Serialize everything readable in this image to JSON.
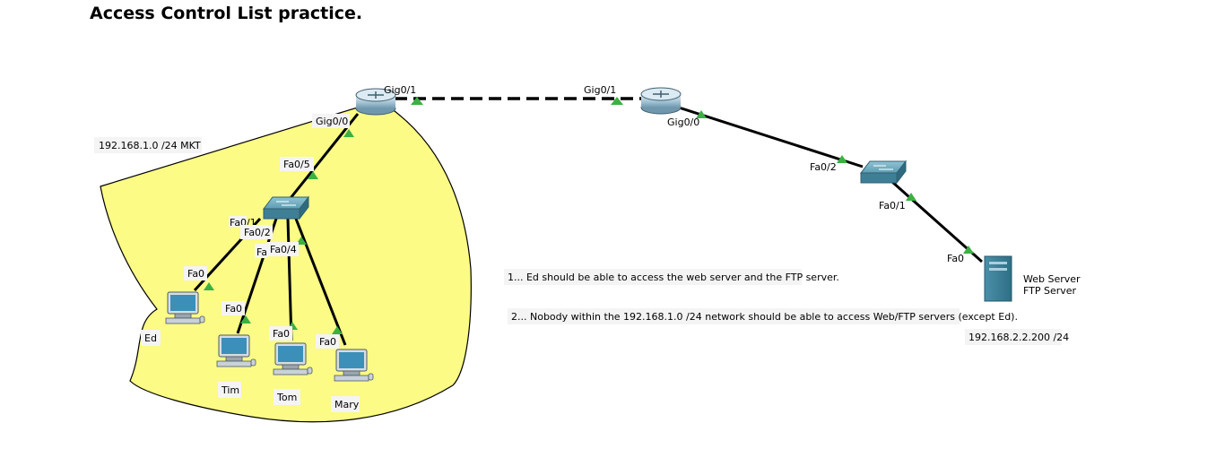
{
  "title": "Access Control List practice.",
  "network_label": "192.168.1.0  /24  MKT",
  "notes": [
    "1... Ed should be able to access the web server and the FTP server.",
    "2... Nobody within the 192.168.1.0 /24 network should be able to access Web/FTP servers (except Ed)."
  ],
  "server": {
    "line1": "Web Server",
    "line2": "FTP Server",
    "ip": "192.168.2.2.200 /24"
  },
  "ports": {
    "r1_gig01": "Gig0/1",
    "r1_gig00": "Gig0/0",
    "sw1_fa05": "Fa0/5",
    "sw1_fa01": "Fa0/1",
    "sw1_fa02": "Fa0/2",
    "sw1_fa03": "Fa0/3",
    "sw1_fa04": "Fa0/4",
    "r2_gig01": "Gig0/1",
    "r2_gig00": "Gig0/0",
    "sw2_fa02": "Fa0/2",
    "sw2_fa01": "Fa0/1",
    "srv_fa0": "Fa0",
    "ed_fa0": "Fa0",
    "tim_fa0": "Fa0",
    "tom_fa0": "Fa0",
    "mary_fa0": "Fa0"
  },
  "hosts": {
    "ed": "Ed",
    "tim": "Tim",
    "tom": "Tom",
    "mary": "Mary"
  },
  "colors": {
    "zone": "#fbfb86",
    "link": "#000000",
    "port_up": "#3cb043",
    "device": "#3f8fa6"
  }
}
